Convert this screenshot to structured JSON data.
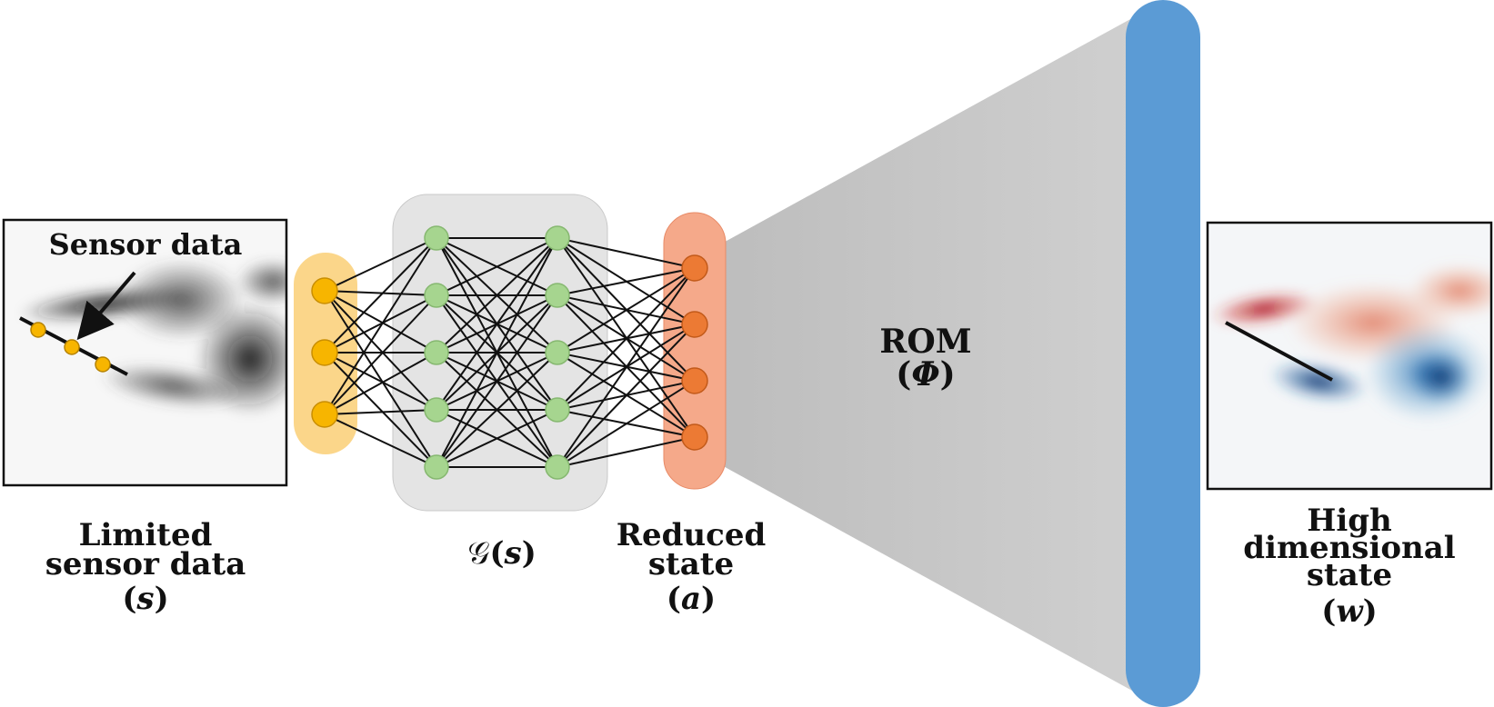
{
  "sensor_panel": {
    "annotation": "Sensor data",
    "caption_line1": "Limited",
    "caption_line2": "sensor data",
    "caption_symbol": "s"
  },
  "network": {
    "caption_func": "𝒢",
    "caption_arg": "s",
    "layers": [
      {
        "name": "input",
        "nodes": 3,
        "color": "#f7b500",
        "stroke": "#c98e00"
      },
      {
        "name": "hidden-1",
        "nodes": 5,
        "color": "#a6d58f",
        "stroke": "#86b870"
      },
      {
        "name": "hidden-2",
        "nodes": 5,
        "color": "#a6d58f",
        "stroke": "#86b870"
      },
      {
        "name": "output",
        "nodes": 4,
        "color": "#ec7a34",
        "stroke": "#c25a1a"
      }
    ],
    "input_band_color": "#fbd68a",
    "output_band_color": "#f5a98a",
    "hidden_box_color": "#e4e4e4"
  },
  "reduced_state": {
    "caption_line1": "Reduced",
    "caption_line2": "state",
    "caption_symbol": "a"
  },
  "rom": {
    "label": "ROM",
    "symbol": "Φ",
    "decoder_color": "#5b9bd5",
    "funnel_color": "#c8c8c8"
  },
  "output_panel": {
    "caption_line1": "High",
    "caption_line2": "dimensional",
    "caption_line3": "state",
    "caption_symbol": "w"
  }
}
